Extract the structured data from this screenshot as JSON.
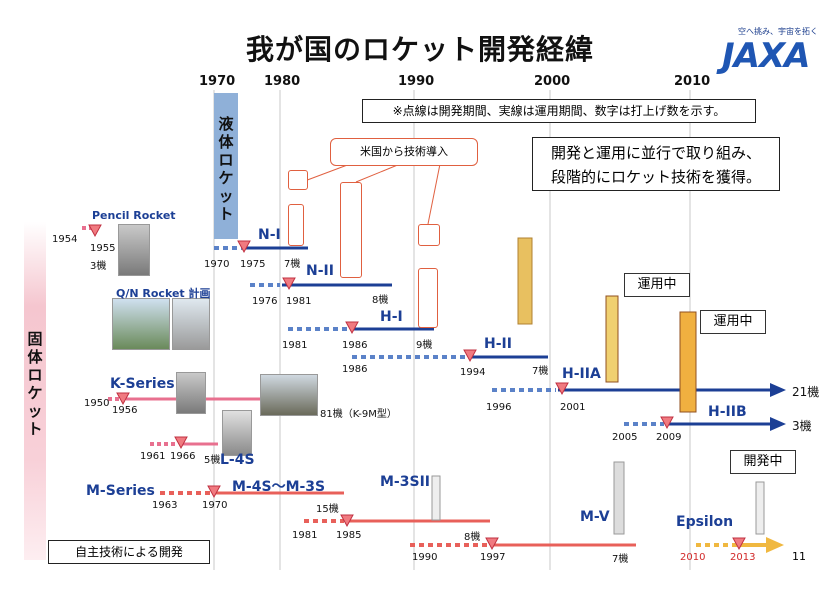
{
  "title": "我が国のロケット開発経緯",
  "logo": {
    "tagline": "空へ挑み、宇宙を拓く",
    "text": "JAXA"
  },
  "years": [
    "1970",
    "1980",
    "1990",
    "2000",
    "2010"
  ],
  "note": "※点線は開発期間、実線は運用期間、数字は打上げ数を示す。",
  "message_lines": [
    "開発と運用に並行で取り組み、",
    "段階的にロケット技術を獲得。"
  ],
  "us_tech": "米国から技術導入",
  "category_liquid": "液体ロケット",
  "category_solid": "固体ロケット",
  "self_dev": "自主技術による開発",
  "status_operating_1": "運用中",
  "status_operating_2": "運用中",
  "status_developing": "開発中",
  "page_number": "11",
  "colors": {
    "liquid_line": "#1c3f95",
    "liquid_dev": "#5b82c8",
    "solid_line": "#e8605a",
    "kseries_line": "#e8708f",
    "epsilon": "#f0b840",
    "marker": "#f07a80"
  },
  "rockets": [
    {
      "name": "Pencil Rocket",
      "labels": [
        "1954",
        "1955"
      ],
      "count": "3機"
    },
    {
      "name": "Q/N Rocket 計画"
    },
    {
      "name": "K-Series",
      "labels": [
        "1950",
        "1956"
      ],
      "count": "81機（K-9M型）"
    },
    {
      "name": "L-4S",
      "labels": [
        "1961",
        "1966"
      ],
      "count": "5機"
    },
    {
      "name": "M-Series",
      "labels": [
        "1963"
      ]
    },
    {
      "name": "M-4S～M-3S",
      "labels": [
        "1970"
      ],
      "count": "15機"
    },
    {
      "name": "M-3SII",
      "labels": [
        "1981",
        "1985"
      ],
      "count": "8機"
    },
    {
      "name": "M-V",
      "labels": [
        "1990",
        "1997"
      ],
      "count": "7機"
    },
    {
      "name": "Epsilon",
      "labels": [
        "2010",
        "2013"
      ]
    },
    {
      "name": "N-I",
      "labels": [
        "1970",
        "1975"
      ],
      "count": "7機"
    },
    {
      "name": "N-II",
      "labels": [
        "1976",
        "1981"
      ],
      "count": "8機"
    },
    {
      "name": "H-I",
      "labels": [
        "1981",
        "1986"
      ],
      "count": "9機"
    },
    {
      "name": "H-II",
      "labels": [
        "1986",
        "1994"
      ],
      "count": "7機"
    },
    {
      "name": "H-IIA",
      "labels": [
        "1996",
        "2001"
      ],
      "count": "21機"
    },
    {
      "name": "H-IIB",
      "labels": [
        "2005",
        "2009"
      ],
      "count": "3機"
    }
  ]
}
